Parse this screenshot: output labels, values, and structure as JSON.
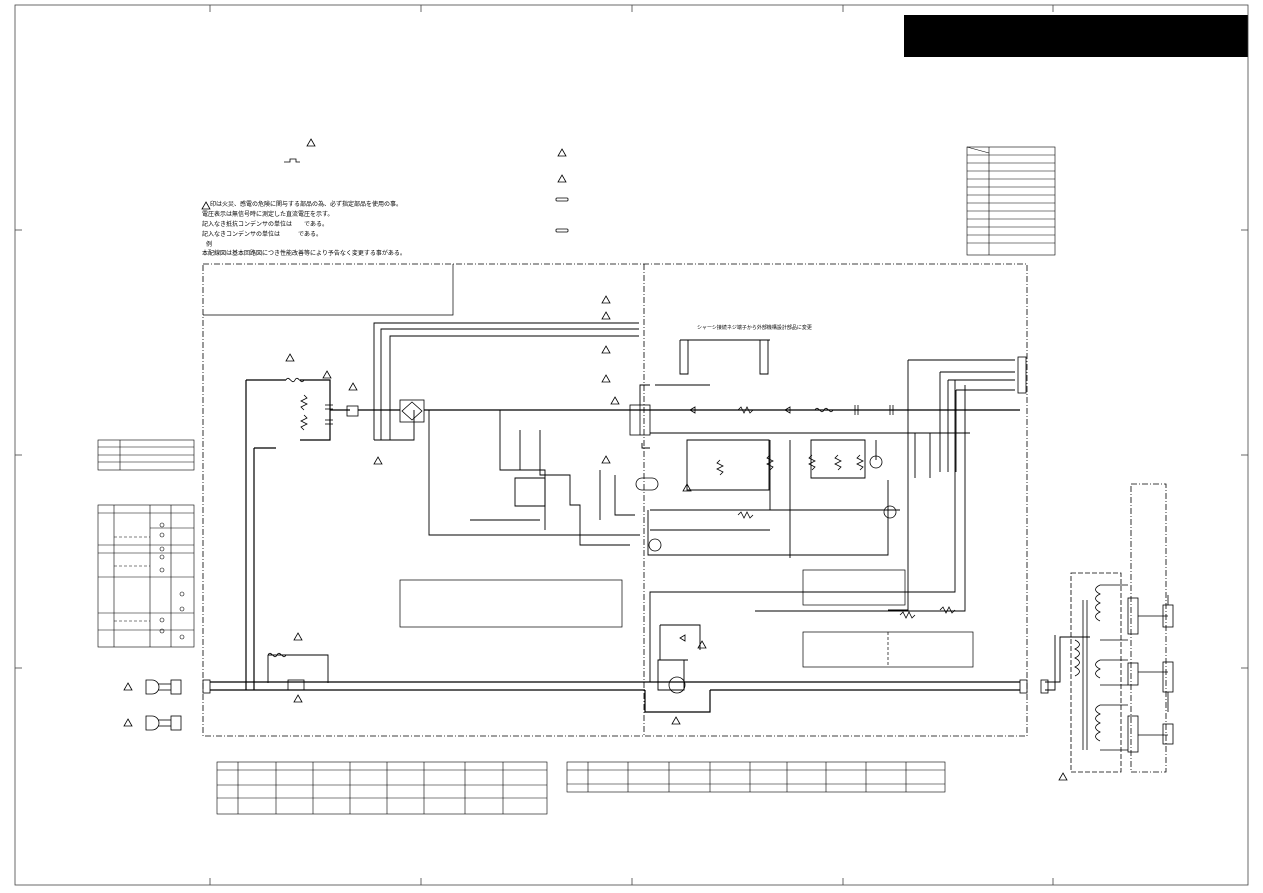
{
  "title_block": {
    "color": "#000000"
  },
  "notes": {
    "line1": "印は火災、感電の危険に関与する部品の為、必ず指定部品を使用の事。",
    "line2": "電圧表示は無信号時に測定した直流電圧を示す。",
    "line3": "記入なき抵抗コンデンサの単位は　　である。",
    "line4": "記入なきコンデンサの単位は　　　である。",
    "line5": "例",
    "line6": "本配線図は基本回路図につき性能改善等により予告なく変更する事がある。"
  },
  "chassis_note": "シャーシ接続ネジ端子から外部機構設計部品に変更",
  "icons": [
    "warning-triangle-icon",
    "fuse-symbol-icon",
    "ground-symbol-icon",
    "ac-plug-icon"
  ]
}
